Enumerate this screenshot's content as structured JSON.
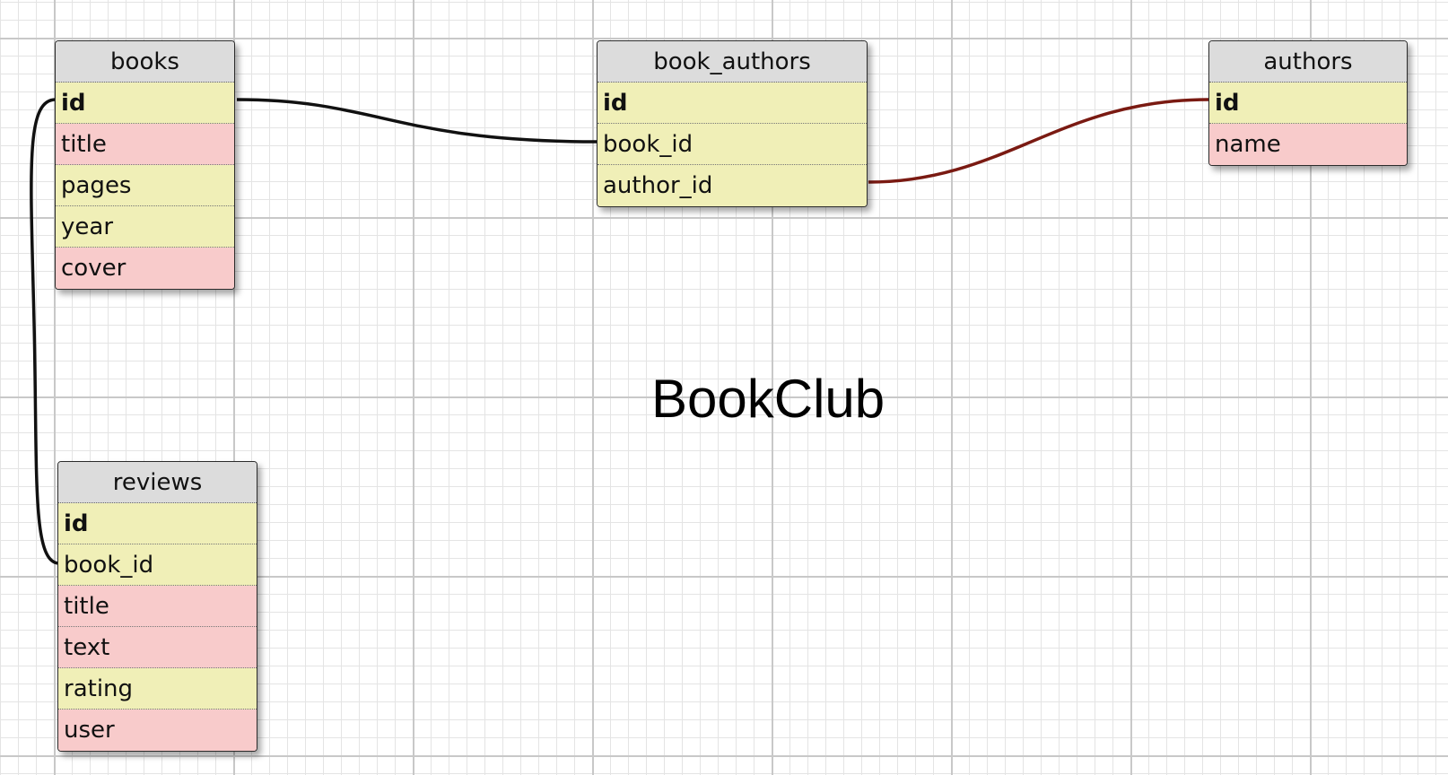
{
  "diagram": {
    "title": "BookClub",
    "colors": {
      "key_field": "#f0efb7",
      "text_field": "#f8cbcb",
      "header": "#dcdcdc",
      "link_default": "#111111",
      "link_accent": "#7a1a12"
    },
    "tables": [
      {
        "name": "books",
        "fields": [
          {
            "name": "id",
            "kind": "key",
            "primary": true
          },
          {
            "name": "title",
            "kind": "text"
          },
          {
            "name": "pages",
            "kind": "key"
          },
          {
            "name": "year",
            "kind": "key"
          },
          {
            "name": "cover",
            "kind": "text"
          }
        ]
      },
      {
        "name": "book_authors",
        "fields": [
          {
            "name": "id",
            "kind": "key",
            "primary": true
          },
          {
            "name": "book_id",
            "kind": "key"
          },
          {
            "name": "author_id",
            "kind": "key"
          }
        ]
      },
      {
        "name": "authors",
        "fields": [
          {
            "name": "id",
            "kind": "key",
            "primary": true
          },
          {
            "name": "name",
            "kind": "text"
          }
        ]
      },
      {
        "name": "reviews",
        "fields": [
          {
            "name": "id",
            "kind": "key",
            "primary": true
          },
          {
            "name": "book_id",
            "kind": "key"
          },
          {
            "name": "title",
            "kind": "text"
          },
          {
            "name": "text",
            "kind": "text"
          },
          {
            "name": "rating",
            "kind": "key"
          },
          {
            "name": "user",
            "kind": "text"
          }
        ]
      }
    ],
    "relations": [
      {
        "from": "books.id",
        "to": "book_authors.book_id",
        "color": "#111111"
      },
      {
        "from": "book_authors.author_id",
        "to": "authors.id",
        "color": "#7a1a12"
      },
      {
        "from": "books.id",
        "to": "reviews.book_id",
        "color": "#111111"
      }
    ]
  }
}
